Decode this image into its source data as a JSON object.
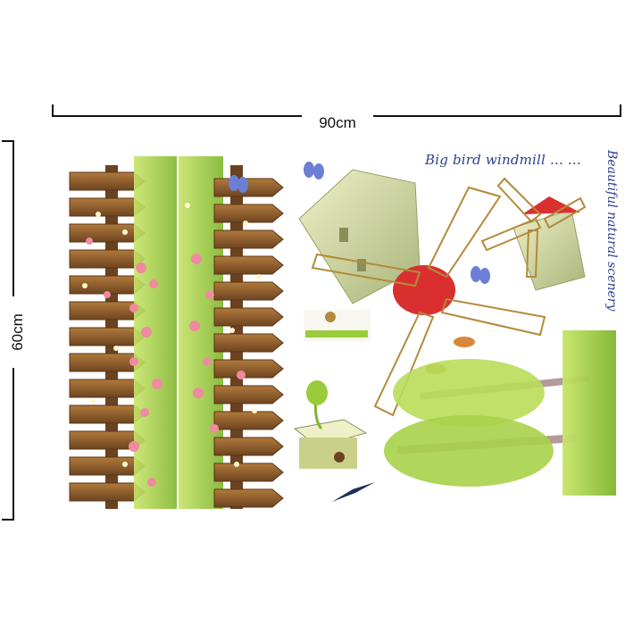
{
  "dimensions": {
    "width_label": "90cm",
    "height_label": "60cm"
  },
  "captions": {
    "title": "Big bird windmill ... ...",
    "subtitle": "Beautiful natural scenery"
  },
  "colors": {
    "fence_wood": "#8b5a2b",
    "foliage": "#9acb3a",
    "flower_pink": "#f08aa0",
    "windmill_roof": "#d9302f",
    "caption_blue": "#2a3f8f",
    "butterfly": "#6b7fd6",
    "bird": "#d8883a"
  },
  "icons": [
    "fence-icon",
    "windmill-icon",
    "butterfly-icon",
    "bird-icon",
    "tree-icon",
    "birdhouse-icon",
    "flower-icon"
  ]
}
